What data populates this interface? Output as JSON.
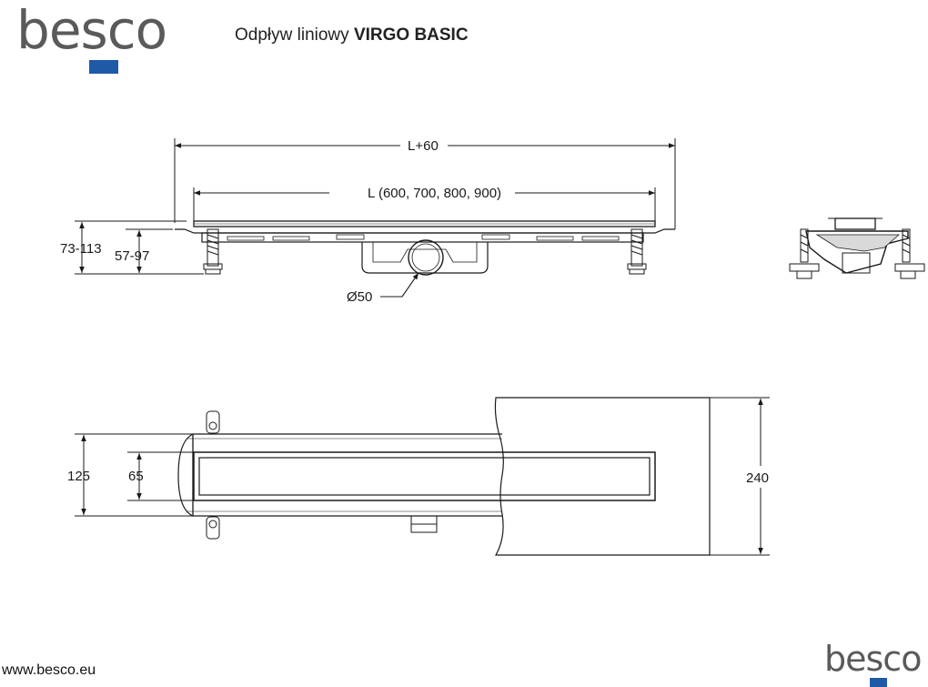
{
  "brand": {
    "logo_text": "besco",
    "accent_color": "#1f5aa6",
    "website": "www.besco.eu"
  },
  "title": {
    "prefix": "Odpływ liniowy",
    "product": "VIRGO BASIC"
  },
  "dimensions": {
    "overall_length": "L+60",
    "length_variants": "L (600, 700, 800, 900)",
    "height_outer": "73-113",
    "height_inner": "57-97",
    "outlet_diameter": "Ø50",
    "width_outer": "125",
    "width_inner": "65",
    "membrane_width": "240"
  }
}
